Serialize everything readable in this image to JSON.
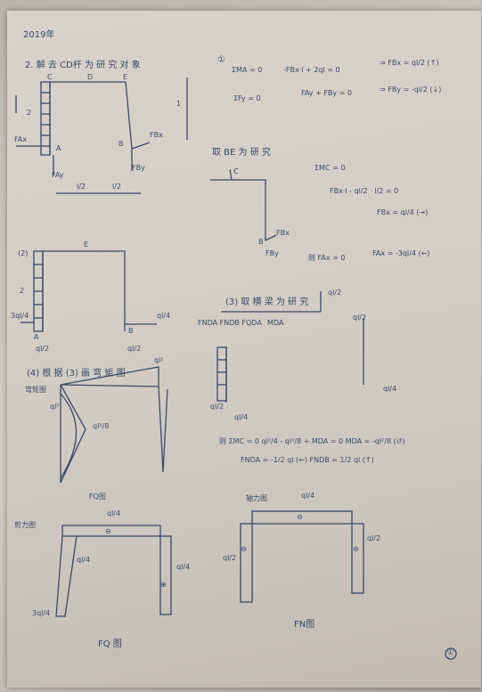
{
  "header": {
    "date": "2019年"
  },
  "problem": {
    "title": "2. 解 去 CD杆 为 研 究 对 象",
    "dim_left": "2",
    "dim_right": "1",
    "label_C": "C",
    "label_D": "D",
    "label_E": "E",
    "label_A": "A",
    "label_B": "B",
    "force_FAx": "FAx",
    "force_FAy": "FAy",
    "force_FBx": "FBx",
    "force_FBy": "FBy",
    "dim_half_left": "l/2",
    "dim_half_right": "l/2"
  },
  "equations_top": {
    "marker": "①",
    "eq1": "ΣMA = 0",
    "eq1_rhs": "-FBx·l + 2ql = 0",
    "eq1_result": "⇒ FBx = ql/2 (↑)",
    "eq2": "ΣFy = 0",
    "eq2_rhs": "FAy + FBy = 0",
    "eq2_result": "⇒ FBy = -ql/2 (↓)"
  },
  "section2": {
    "title": "取 BE 为 研 究",
    "label_C": "C",
    "label_B": "B",
    "force_FBx": "FBx",
    "force_FBy": "FBy",
    "eq1": "ΣMC = 0",
    "eq2": "FBx·l - ql/2 · l/2 = 0",
    "eq3": "FBx = ql/4 (→)",
    "eq4": "则 FAx = 0",
    "eq4_rhs": "FAx = -3ql/4 (←)"
  },
  "frame2": {
    "label_c": "(2)",
    "label_E": "E",
    "dim": "2",
    "load_left": "3ql/4",
    "load_right": "ql/4",
    "label_A": "A",
    "label_B": "B",
    "reaction_left": "ql/2",
    "reaction_right": "ql/2"
  },
  "section3": {
    "title": "(3) 取 横 梁 为 研 究",
    "labels": "FNDA  FNDB  FQDA",
    "moment_label": "MDA",
    "force_top": "ql/2",
    "force_top2": "ql/2",
    "force_bottom": "ql/4",
    "eq_line1": "则 ΣMC = 0   ql²/4 - ql²/8 + MDA = 0    MDA = -ql²/8 (↺)",
    "eq_line2": "FNDA = -1/2 ql (←)    FNDB = 1/2 ql (↑)",
    "col_label": "ql/2",
    "col_label2": "ql/4"
  },
  "section4": {
    "title": "(4) 根 据 (3) 画 弯 矩 图",
    "sub": "弯矩图",
    "ql2_left": "ql²",
    "ql2_mid": "ql²/8",
    "ql2_right": "ql²"
  },
  "diagrams": {
    "fq_title": "FQ图",
    "fq_label": "剪力图",
    "fq_top": "ql/4",
    "fq_left": "ql/4",
    "fq_left2": "3ql/4",
    "fq_right": "ql/4",
    "fq_caption": "FQ 图",
    "fn_title": "轴力图",
    "fn_top": "ql/4",
    "fn_left": "ql/2",
    "fn_right": "ql/2",
    "fn_caption": "FN图",
    "sign_plus": "⊕",
    "sign_minus": "⊖"
  },
  "footer": {
    "page_marker": "①"
  }
}
